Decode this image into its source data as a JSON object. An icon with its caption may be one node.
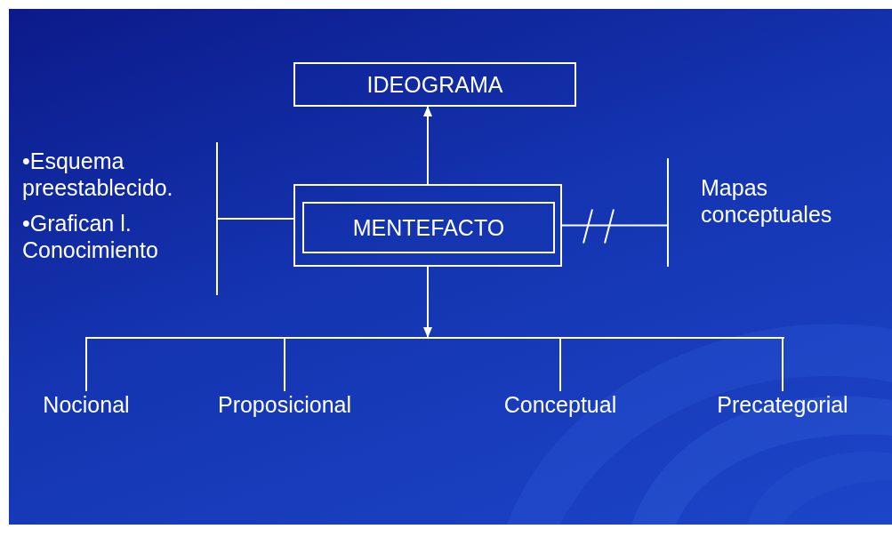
{
  "diagram": {
    "nodes": [
      {
        "text": [
          "IDEOGRAMA"
        ]
      },
      {
        "text": [
          "•Esquema preestablecido.",
          "•Grafican l. Conocimiento"
        ]
      },
      {
        "text": [],
        "shape": "box"
      },
      {
        "text": [
          "MENTEFACTO"
        ],
        "in": 2
      },
      {
        "text": [
          "Mapas conceptuales"
        ]
      },
      {
        "text": [],
        "shape": "bar"
      },
      {
        "text": [
          "Nocional"
        ]
      },
      {
        "text": [
          "Proposicional"
        ]
      },
      {
        "text": [
          "Conceptual"
        ]
      },
      {
        "text": [
          "Precategorial"
        ]
      }
    ],
    "edges": [
      {
        "from": 2,
        "to": 0,
        "arrow": "to"
      },
      {
        "from": 1,
        "to": 2,
        "arrow": "none"
      },
      {
        "from": 2,
        "to": 4,
        "arrow": "none"
      },
      {
        "from": 2,
        "to": 5,
        "arrow": "to"
      },
      {
        "from": 5,
        "to": 6,
        "arrow": "none"
      },
      {
        "from": 5,
        "to": 7,
        "arrow": "none"
      },
      {
        "from": 5,
        "to": 8,
        "arrow": "none"
      },
      {
        "from": 5,
        "to": 9,
        "arrow": "none"
      }
    ]
  }
}
